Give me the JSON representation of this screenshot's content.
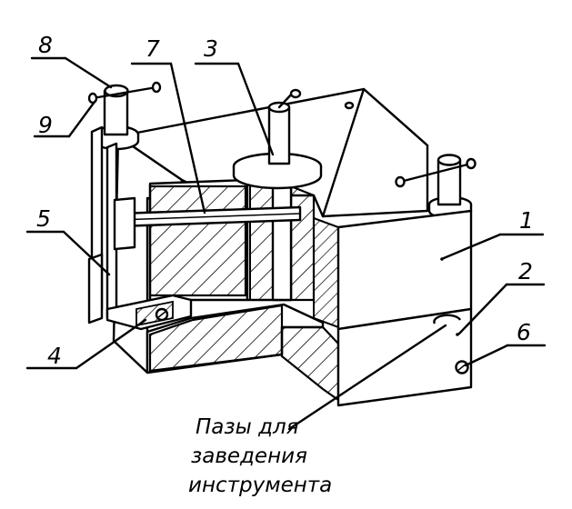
{
  "labels": {
    "l1": "1",
    "l2": "2",
    "l3": "3",
    "l4": "4",
    "l5": "5",
    "l6": "6",
    "l7": "7",
    "l8": "8",
    "l9": "9"
  },
  "caption": {
    "line1": "Пазы для",
    "line2": "заведения",
    "line3": "инструмента"
  }
}
